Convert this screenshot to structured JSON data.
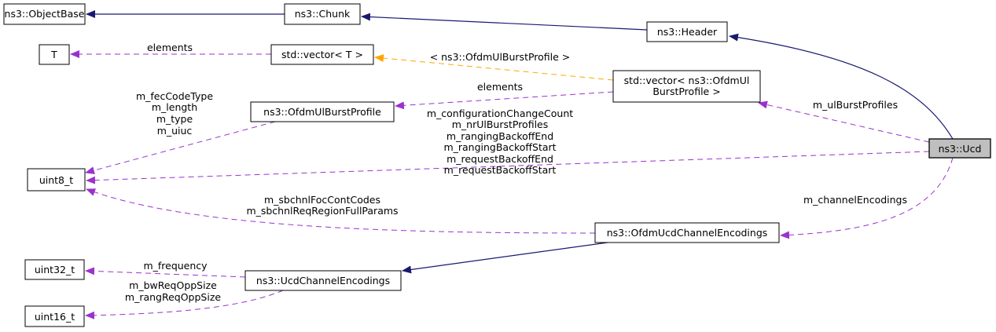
{
  "colors": {
    "inheritance": "#191970",
    "usage": "#9a32cd",
    "template": "#ffa500",
    "current_node": "#bfbfbf"
  },
  "nodes": {
    "object_base": "ns3::ObjectBase",
    "chunk": "ns3::Chunk",
    "header": "ns3::Header",
    "t": "T",
    "vector_t": "std::vector< T >",
    "vector_burst_line1": "std::vector< ns3::OfdmUl",
    "vector_burst_line2": "BurstProfile >",
    "ofdm_ul_burst_profile": "ns3::OfdmUlBurstProfile",
    "uint8": "uint8_t",
    "ucd": "ns3::Ucd",
    "ofdm_ucd_channel_encodings": "ns3::OfdmUcdChannelEncodings",
    "ucd_channel_encodings": "ns3::UcdChannelEncodings",
    "uint32": "uint32_t",
    "uint16": "uint16_t"
  },
  "edge_labels": {
    "vector_t_elements": "elements",
    "template_arg": "< ns3::OfdmUlBurstProfile >",
    "vector_burst_elements": "elements",
    "ul_burst_profiles": "m_ulBurstProfiles",
    "burst_profile_fields": [
      "m_fecCodeType",
      "m_length",
      "m_type",
      "m_uiuc"
    ],
    "ucd_fields": [
      "m_configurationChangeCount",
      "m_nrUlBurstProfiles",
      "m_rangingBackoffEnd",
      "m_rangingBackoffStart",
      "m_requestBackoffEnd",
      "m_requestBackoffStart"
    ],
    "ofdm_ucd_fields": [
      "m_sbchnlFocContCodes",
      "m_sbchnlReqRegionFullParams"
    ],
    "channel_encodings": "m_channelEncodings",
    "frequency": "m_frequency",
    "ucd_ce_fields": [
      "m_bwReqOppSize",
      "m_rangReqOppSize"
    ]
  }
}
